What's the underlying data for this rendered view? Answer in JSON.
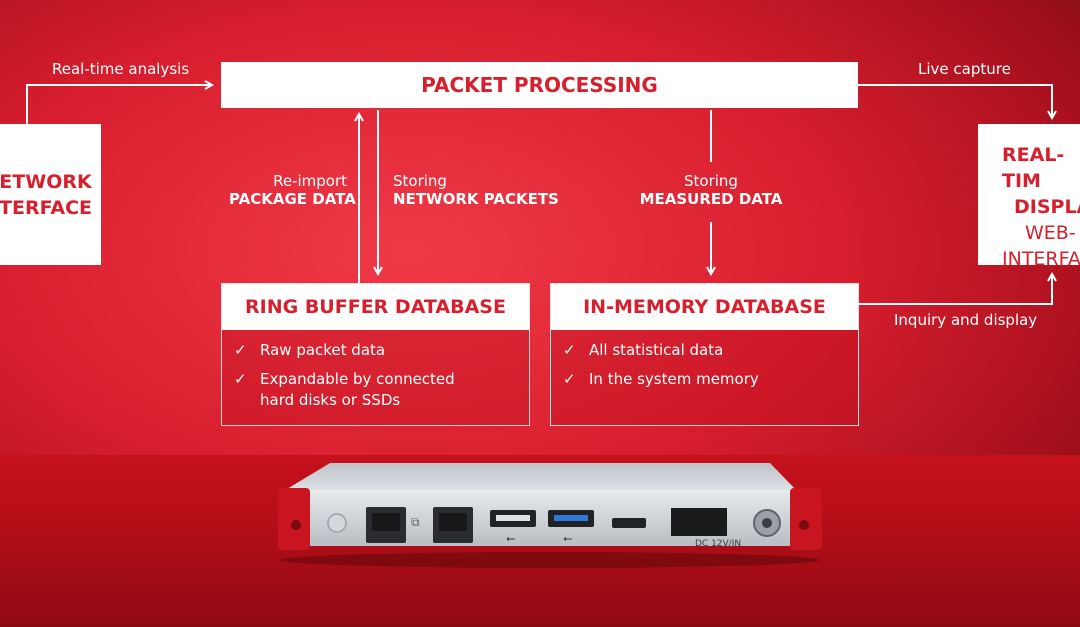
{
  "boxes": {
    "packet_processing": "PACKET PROCESSING",
    "network_interface_line1": "ETWORK",
    "network_interface_line2": "TERFACE",
    "realtime_line1": "REAL-TIM",
    "realtime_line2": "DISPLA",
    "realtime_line3": "WEB-",
    "realtime_line4": "INTERFA"
  },
  "labels": {
    "realtime_analysis": "Real-time analysis",
    "live_capture": "Live capture",
    "reimport_top": "Re-import",
    "reimport_bold": "PACKAGE DATA",
    "storing_packets_top": "Storing",
    "storing_packets_bold": "NETWORK PACKETS",
    "storing_measured_top": "Storing",
    "storing_measured_bold": "MEASURED DATA",
    "inquiry": "Inquiry and display"
  },
  "ring_buffer": {
    "title": "RING BUFFER DATABASE",
    "items": [
      "Raw packet data",
      "Expandable by connected hard disks or SSDs"
    ]
  },
  "in_memory": {
    "title": "IN-MEMORY DATABASE",
    "items": [
      "All statistical data",
      "In the system memory"
    ]
  },
  "device": {
    "power_label": "DC 12V/IN"
  },
  "colors": {
    "brand_red": "#d6202e",
    "white": "#ffffff"
  }
}
